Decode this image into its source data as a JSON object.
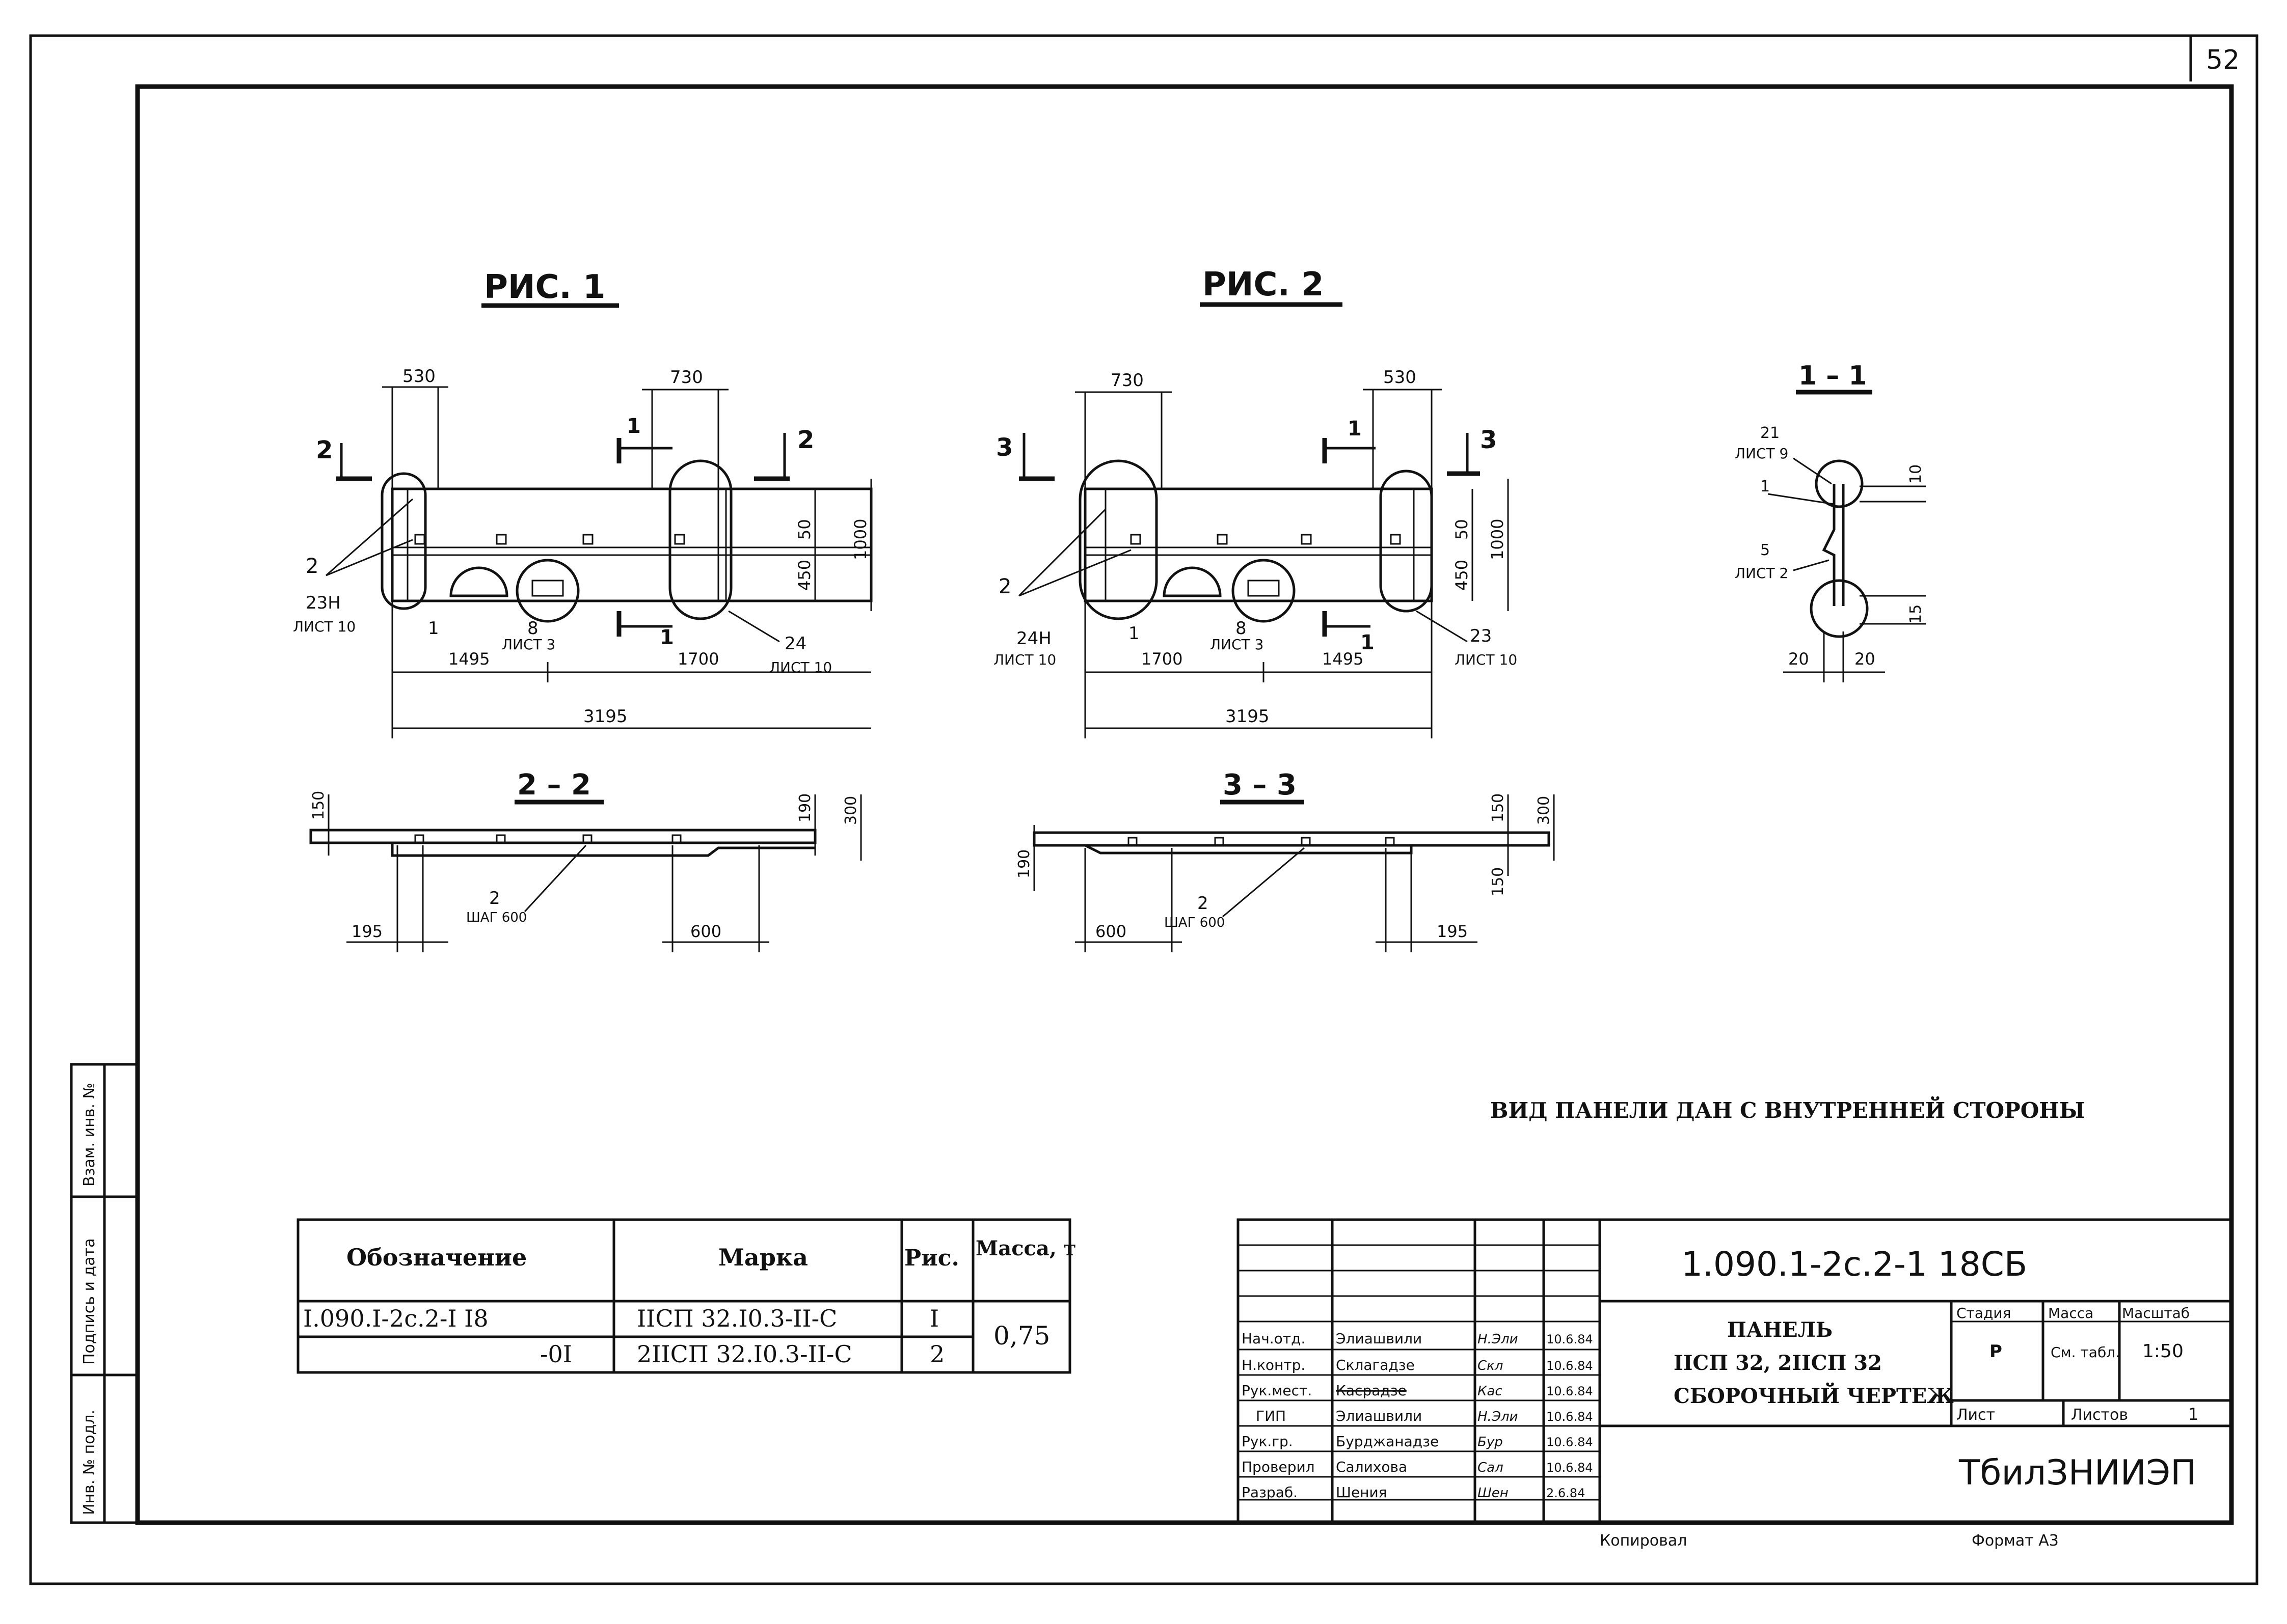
{
  "sheet_number": "52",
  "figures": {
    "fig1": {
      "title": "РИС. 1",
      "dims": {
        "d530": "530",
        "d730": "730",
        "d1000": "1000",
        "d50": "50",
        "d450": "450",
        "d1495": "1495",
        "d1700": "1700",
        "d3195": "3195"
      },
      "cut_2": "2",
      "cut_1": "1",
      "callouts": {
        "pos2": "2",
        "pos1": "1",
        "pos8": "8",
        "list3": "ЛИСТ 3",
        "pos23": "23Н",
        "list10a": "ЛИСТ 10",
        "pos24": "24",
        "list10b": "ЛИСТ 10"
      }
    },
    "fig2": {
      "title": "РИС. 2",
      "dims": {
        "d730": "730",
        "d530": "530",
        "d1000": "1000",
        "d50": "50",
        "d450": "450",
        "d1700": "1700",
        "d1495": "1495",
        "d3195": "3195"
      },
      "cut_3": "3",
      "cut_1": "1",
      "callouts": {
        "pos2": "2",
        "pos1": "1",
        "pos8": "8",
        "list3": "ЛИСТ 3",
        "pos24": "24Н",
        "list10a": "ЛИСТ 10",
        "pos23": "23",
        "list10b": "ЛИСТ 10"
      }
    },
    "section11": {
      "title": "1 – 1",
      "callouts": {
        "pos21": "21",
        "list9": "ЛИСТ 9",
        "pos1": "1",
        "pos5": "5",
        "list2": "ЛИСТ 2"
      },
      "dims": {
        "d10": "10",
        "d15": "15",
        "d20a": "20",
        "d20b": "20"
      }
    },
    "section22": {
      "title": "2 – 2",
      "dims": {
        "d150": "150",
        "d190": "190",
        "d300": "300",
        "d195": "195",
        "d600": "600"
      },
      "callout_pos": "2",
      "callout_step": "ШАГ 600"
    },
    "section33": {
      "title": "3 – 3",
      "dims": {
        "d190": "190",
        "d150a": "150",
        "d300": "300",
        "d150b": "150",
        "d600": "600",
        "d195": "195"
      },
      "callout_pos": "2",
      "callout_step": "ШАГ 600"
    }
  },
  "note": "ВИД ПАНЕЛИ ДАН С ВНУТРЕННЕЙ СТОРОНЫ",
  "spec_table": {
    "headers": [
      "Обозначение",
      "Марка",
      "Рис.",
      "Масса, т"
    ],
    "rows": [
      [
        "I.090.I-2с.2-I I8",
        "IIСП 32.I0.3-II-С",
        "I",
        "0,75"
      ],
      [
        "-0I",
        "2IIСП 32.I0.3-II-С",
        "2",
        ""
      ]
    ]
  },
  "side_stamp": [
    "Инв. № подл.",
    "Подпись и дата",
    "Взам. инв. №"
  ],
  "title_block": {
    "doc_code": "1.090.1-2с.2-1   18СБ",
    "title_lines": [
      "ПАНЕЛЬ",
      "IIСП 32, 2IIСП 32",
      "СБОРОЧНЫЙ ЧЕРТЕЖ"
    ],
    "staff": [
      {
        "role": "Нач.отд.",
        "name": "Элиашвили",
        "sign": "Н.Эли",
        "date": "10.6.84"
      },
      {
        "role": "Н.контр.",
        "name": "Склагадзе",
        "sign": "Скл",
        "date": "10.6.84"
      },
      {
        "role": "Рук.мест.",
        "name": "Касрадзе",
        "sign": "Кас",
        "date": "10.6.84"
      },
      {
        "role": "ГИП",
        "name": "Элиашвили",
        "sign": "Н.Эли",
        "date": "10.6.84"
      },
      {
        "role": "Рук.гр.",
        "name": "Бурджанадзе",
        "sign": "Бур",
        "date": "10.6.84"
      },
      {
        "role": "Проверил",
        "name": "Салихова",
        "sign": "Сал",
        "date": "10.6.84"
      },
      {
        "role": "Разраб.",
        "name": "Шения",
        "sign": "Шен",
        "date": "2.6.84"
      }
    ],
    "stage_label": "Стадия",
    "mass_label": "Масса",
    "scale_label": "Масштаб",
    "stage": "Р",
    "mass": "См. табл.",
    "scale": "1:50",
    "sheet_label": "Лист",
    "sheets_label": "Листов",
    "sheets": "1",
    "org": "ТбилЗНИИЭП"
  },
  "footer": {
    "copied": "Копировал",
    "format": "Формат А3"
  }
}
